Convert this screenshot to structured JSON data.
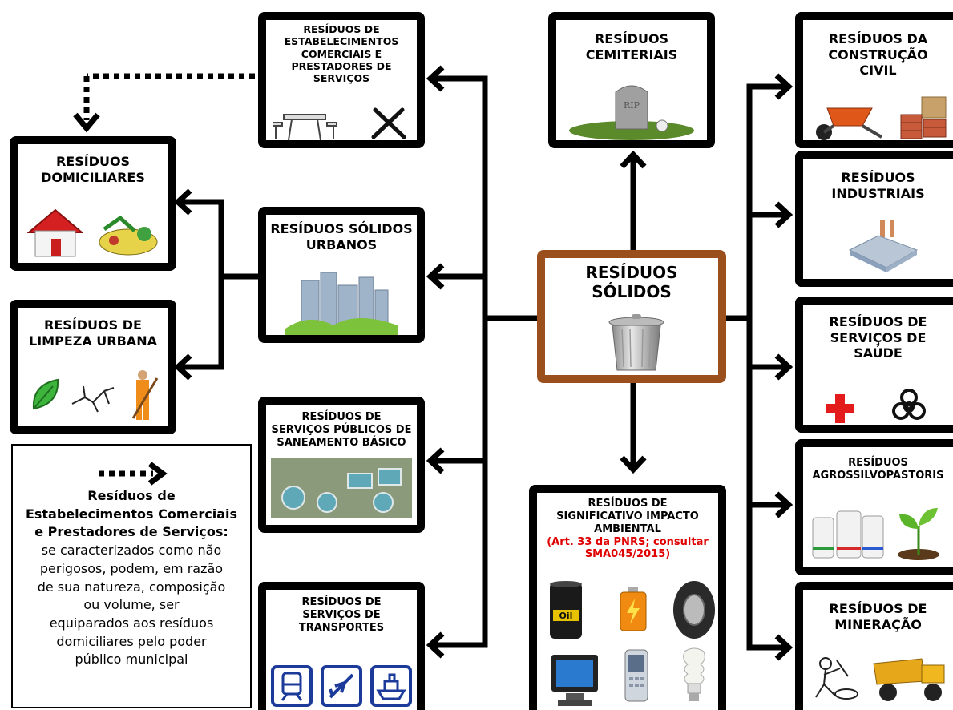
{
  "center": {
    "title": "RESÍDUOS\nSÓLIDOS",
    "icon": "trash-can-icon"
  },
  "left": {
    "comerciais": {
      "title": "RESÍDUOS DE\nESTABELECIMENTOS\nCOMERCIAIS E\nPRESTADORES DE\nSERVIÇOS",
      "icons": [
        "restaurant-tables-icon",
        "fork-knife-icon"
      ]
    },
    "urbanos": {
      "title": "RESÍDUOS SÓLIDOS\nURBANOS",
      "icon": "city-buildings-icon"
    },
    "domiciliares": {
      "title": "RESÍDUOS\nDOMICILIARES",
      "icons": [
        "house-icon",
        "garbage-pile-icon"
      ]
    },
    "limpeza": {
      "title": "RESÍDUOS DE\nLIMPEZA URBANA",
      "icons": [
        "leaf-icon",
        "dry-branch-icon",
        "street-sweeper-icon"
      ]
    },
    "saneamento": {
      "title": "RESÍDUOS DE\nSERVIÇOS PÚBLICOS DE\nSANEAMENTO BÁSICO",
      "icon": "treatment-plant-icon"
    },
    "transportes": {
      "title": "RESÍDUOS DE\nSERVIÇOS DE\nTRANSPORTES",
      "icons": [
        "train-icon",
        "airplane-icon",
        "ship-icon"
      ]
    }
  },
  "top": {
    "cemiteriais": {
      "title": "RESÍDUOS\nCEMITERIAIS",
      "icon": "tombstone-icon",
      "tomb_text": "RIP"
    }
  },
  "bottom": {
    "impacto": {
      "title": "RESÍDUOS DE\nSIGNIFICATIVO IMPACTO\nAMBIENTAL",
      "note": "(Art. 33 da PNRS; consultar\nSMA045/2015)",
      "icons": [
        "oil-barrel-icon",
        "battery-icon",
        "tire-icon",
        "computer-monitor-icon",
        "cell-phone-icon",
        "light-bulb-icon"
      ],
      "barrel_text": "Oil"
    }
  },
  "right": {
    "construcao": {
      "title": "RESÍDUOS DA\nCONSTRUÇÃO\nCIVIL",
      "icons": [
        "wheelbarrow-icon",
        "bricks-icon"
      ]
    },
    "industriais": {
      "title": "RESÍDUOS\nINDUSTRIAIS",
      "icon": "factory-icon"
    },
    "saude": {
      "title": "RESÍDUOS DE\nSERVIÇOS DE\nSAÚDE",
      "icons": [
        "red-cross-icon",
        "biohazard-icon"
      ]
    },
    "agro": {
      "title": "RESÍDUOS\nAGROSSILVOPASTORIS",
      "icons": [
        "pesticide-jugs-icon",
        "seedling-icon"
      ]
    },
    "mineracao": {
      "title": "RESÍDUOS DE\nMINERAÇÃO",
      "icons": [
        "miner-icon",
        "dump-truck-icon"
      ]
    }
  },
  "legend": {
    "symbol": "dotted-arrow-icon",
    "title": "Resíduos de\nEstabelecimentos Comerciais\ne Prestadores de Serviços:",
    "body": "se caracterizados como não\nperigosos, podem, em razão\nde sua natureza, composição\nou volume, ser\nequiparados aos resíduos\ndomiciliares pelo poder\npúblico municipal"
  },
  "colors": {
    "center_border": "#9a4f1c",
    "box_border": "#000000",
    "note_red": "#e00000",
    "cross_red": "#e41b1b",
    "transport_blue": "#1b3a9a"
  }
}
